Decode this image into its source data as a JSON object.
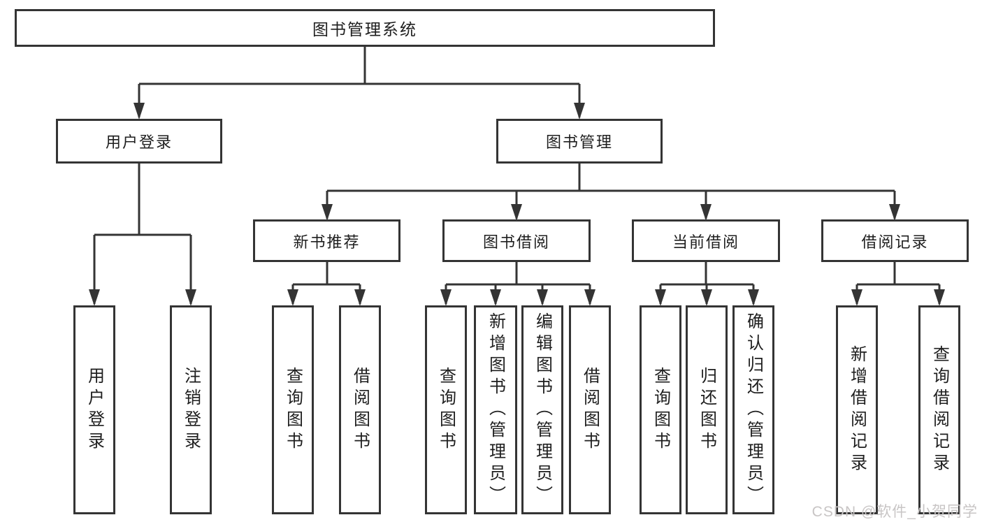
{
  "diagram": {
    "root": {
      "label": "图书管理系统"
    },
    "level2": [
      {
        "label": "用户登录"
      },
      {
        "label": "图书管理"
      }
    ],
    "level3": [
      {
        "label": "新书推荐"
      },
      {
        "label": "图书借阅"
      },
      {
        "label": "当前借阅"
      },
      {
        "label": "借阅记录"
      }
    ],
    "leaves": {
      "user_login": [
        {
          "label": "用户登录"
        },
        {
          "label": "注销登录"
        }
      ],
      "new_book": [
        {
          "label": "查询图书"
        },
        {
          "label": "借阅图书"
        }
      ],
      "book_borrow": [
        {
          "label": "查询图书"
        },
        {
          "label": "新增图书（管理员）"
        },
        {
          "label": "编辑图书（管理员）"
        },
        {
          "label": "借阅图书"
        }
      ],
      "current_borrow": [
        {
          "label": "查询图书"
        },
        {
          "label": "归还图书"
        },
        {
          "label": "确认归还（管理员）"
        }
      ],
      "borrow_record": [
        {
          "label": "新增借阅记录"
        },
        {
          "label": "查询借阅记录"
        }
      ]
    },
    "colors": {
      "line": "#343434",
      "text": "#1e1e1e",
      "background": "#ffffff",
      "watermark": "#c8c5c5"
    }
  },
  "watermark": {
    "text": "CSDN @软件_小贺同学"
  }
}
